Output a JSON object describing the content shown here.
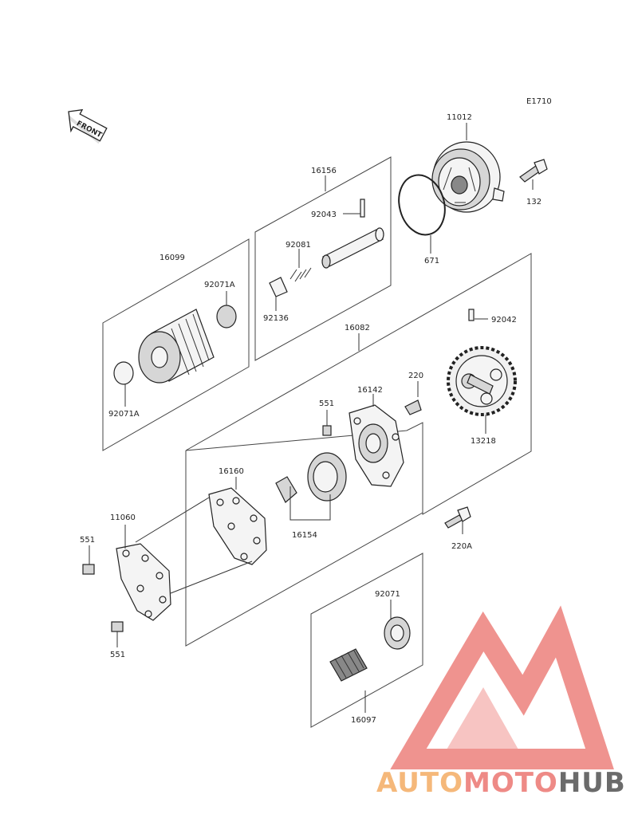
{
  "diagram": {
    "code": "E1710",
    "front_label": "FRONT",
    "parts": {
      "p11012": "11012",
      "p132": "132",
      "p671": "671",
      "p16156": "16156",
      "p92043": "92043",
      "p92081": "92081",
      "p92136": "92136",
      "p16099": "16099",
      "p92071A_top": "92071A",
      "p92071A_bottom": "92071A",
      "p16082": "16082",
      "p92042": "92042",
      "p220": "220",
      "p16142": "16142",
      "p551_mid": "551",
      "p13218": "13218",
      "p16160": "16160",
      "p11060": "11060",
      "p551_left": "551",
      "p16154": "16154",
      "p220A": "220A",
      "p551_bottom": "551",
      "p92071": "92071",
      "p16097": "16097"
    }
  },
  "watermark": {
    "part1": "AUTO",
    "part2": "MOTO",
    "part3": "HUB",
    "color1": "#f5b87a",
    "color2": "#ee8a86",
    "color3": "#6b6b6b"
  }
}
